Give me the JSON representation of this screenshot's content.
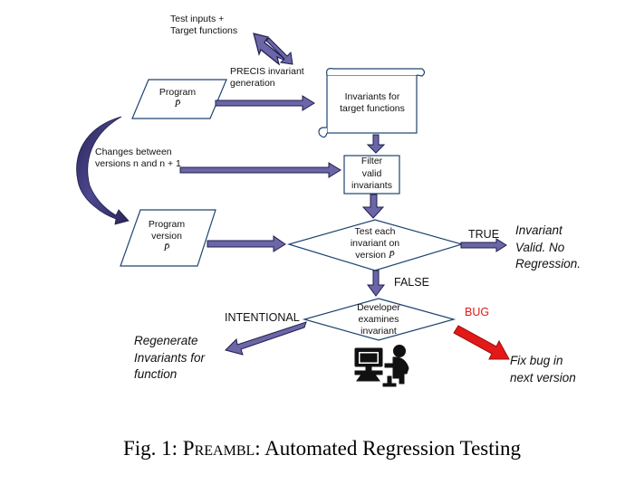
{
  "test_inputs": {
    "line1": "Test  inputs +",
    "line2": "Target functions"
  },
  "precis": {
    "line1": "PRECIS invariant",
    "line2": "generation"
  },
  "program_box": {
    "line1": "Program",
    "symbol": "P̄"
  },
  "invariants_box": {
    "line1": "Invariants for",
    "line2": "target functions"
  },
  "changes": {
    "line1": "Changes between",
    "line2": "versions n and n + 1"
  },
  "filter_box": {
    "line1": "Filter",
    "line2": "valid",
    "line3": "invariants"
  },
  "program_version_box": {
    "line1": "Program",
    "line2": "version",
    "symbol": "P̄"
  },
  "test_diamond": {
    "line1": "Test each",
    "line2": "invariant on",
    "line3": "version",
    "symbol": "P̄"
  },
  "true_label": "TRUE",
  "true_outcome": {
    "line1": "Invariant",
    "line2": "Valid. No",
    "line3": "Regression."
  },
  "false_label": "FALSE",
  "developer_diamond": {
    "line1": "Developer",
    "line2": "examines",
    "line3": "invariant"
  },
  "intentional_label": "INTENTIONAL",
  "bug_label": "BUG",
  "intentional_outcome": {
    "line1": "Regenerate",
    "line2": "Invariants for",
    "line3": "function"
  },
  "bug_outcome": {
    "line1": "Fix bug in",
    "line2": "next version"
  },
  "caption": {
    "prefix": "Fig. 1: ",
    "name": "Preambl",
    "suffix": ": Automated Regression Testing"
  },
  "colors": {
    "arrow_fill": "#6b66a8",
    "arrow_stroke": "#1f1d4a",
    "bug_arrow": "#e31818",
    "shape_stroke": "#1f4470",
    "developer_figure": "#111111"
  },
  "icons": {
    "developer": "developer-at-computer-icon",
    "lightning": "lightning-bolt-icon"
  }
}
